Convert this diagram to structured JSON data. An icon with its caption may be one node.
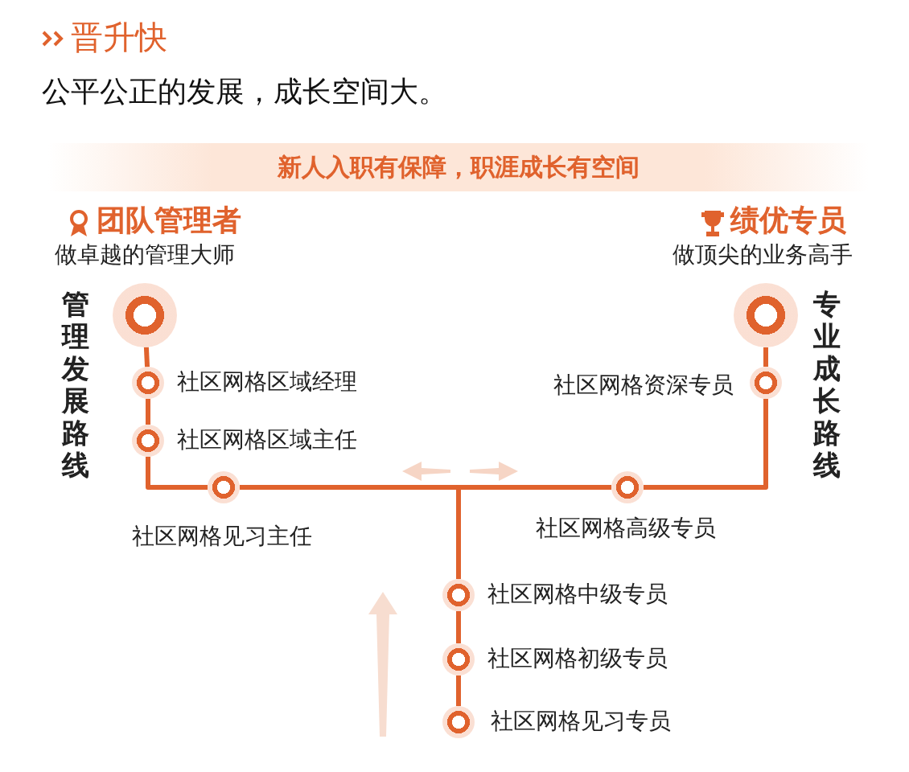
{
  "diagram": {
    "title": "晋升快",
    "nodes": [
      {
        "text": [],
        "shape": "circle",
        "beside": [
          "团队管理者",
          "做卓越的管理大师"
        ]
      },
      {
        "text": [],
        "shape": "circle",
        "beside": [
          "绩优专员",
          "做顶尖的业务高手"
        ]
      },
      {
        "text": [],
        "shape": "circle",
        "beside": [
          "社区网格区域经理"
        ]
      },
      {
        "text": [],
        "shape": "circle",
        "beside": [
          "社区网格资深专员"
        ]
      },
      {
        "text": [],
        "shape": "circle",
        "beside": [
          "社区网格区域主任"
        ]
      },
      {
        "text": [],
        "shape": "circle",
        "beside": [
          "社区网格见习主任"
        ]
      },
      {
        "text": [],
        "shape": "circle",
        "beside": [
          "社区网格高级专员"
        ]
      },
      {
        "text": [],
        "shape": "circle",
        "beside": [
          "社区网格中级专员"
        ]
      },
      {
        "text": [],
        "shape": "circle",
        "beside": [
          "社区网格初级专员"
        ]
      },
      {
        "text": [],
        "shape": "circle",
        "beside": [
          "社区网格见习专员"
        ]
      }
    ],
    "edges": [
      {
        "from": 9,
        "to": 8,
        "arrow": "none"
      },
      {
        "from": 8,
        "to": 7,
        "arrow": "none"
      },
      {
        "from": 7,
        "to": 5,
        "arrow": "none"
      },
      {
        "from": 7,
        "to": 6,
        "arrow": "none"
      },
      {
        "from": 5,
        "to": 4,
        "arrow": "none"
      },
      {
        "from": 4,
        "to": 2,
        "arrow": "none"
      },
      {
        "from": 2,
        "to": 0,
        "arrow": "none"
      },
      {
        "from": 6,
        "to": 3,
        "arrow": "none"
      },
      {
        "from": 3,
        "to": 1,
        "arrow": "none"
      }
    ],
    "labels": [
      "公平公正的发展，成长空间大。",
      "新人入职有保障，职涯成长有空间",
      "管理发展路线",
      "专业成长路线"
    ]
  }
}
